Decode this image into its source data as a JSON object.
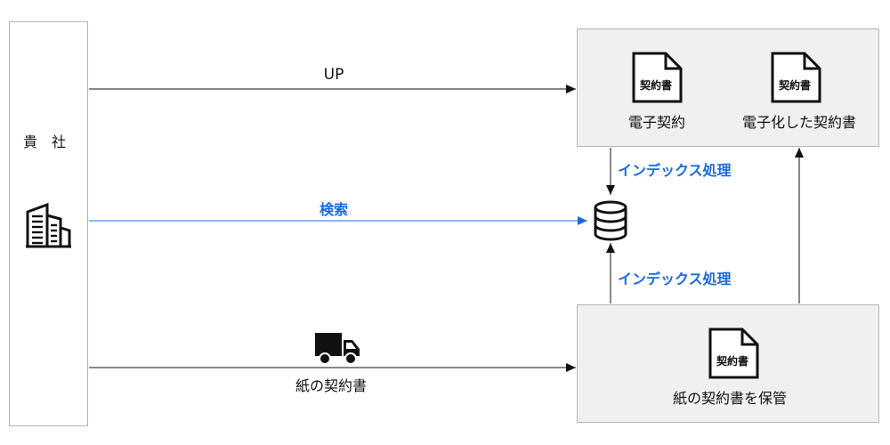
{
  "company": {
    "label": "貴　社"
  },
  "arrows": {
    "upload_label": "UP",
    "search_label": "検索",
    "mail_label": "紙の契約書",
    "index_top_label": "インデックス処理",
    "index_bottom_label": "インデックス処理"
  },
  "econtract_panel": {
    "docs": [
      {
        "icon_text": "契約書",
        "caption": "電子契約"
      },
      {
        "icon_text": "契約書",
        "caption": "電子化した契約書"
      }
    ]
  },
  "paper_panel": {
    "doc": {
      "icon_text": "契約書",
      "caption": "紙の契約書を保管"
    }
  },
  "colors": {
    "search_blue": "#1a6be0",
    "panel_bg": "#f0f0f0",
    "panel_border": "#b5b5b5"
  },
  "icons": [
    "building-icon",
    "truck-icon",
    "database-icon",
    "document-icon"
  ]
}
